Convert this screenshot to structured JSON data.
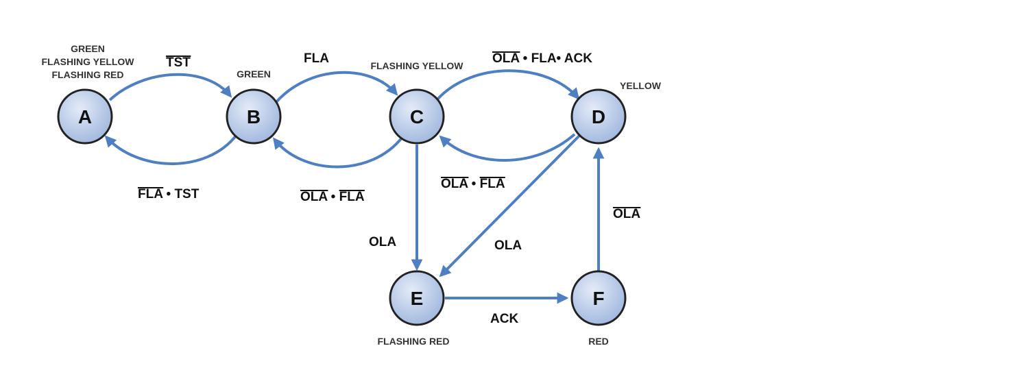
{
  "colors": {
    "arrow": "#4f7fc3",
    "node_fill_light": "#e3ebf8",
    "node_fill_dark": "#9fb6dd"
  },
  "states": {
    "A": {
      "letter": "A",
      "desc": [
        "GREEN",
        "FLASHING YELLOW",
        "FLASHING RED"
      ]
    },
    "B": {
      "letter": "B",
      "desc": [
        "GREEN"
      ]
    },
    "C": {
      "letter": "C",
      "desc": [
        "FLASHING YELLOW"
      ]
    },
    "D": {
      "letter": "D",
      "desc": [
        "YELLOW"
      ]
    },
    "E": {
      "letter": "E",
      "desc": [
        "FLASHING RED"
      ]
    },
    "F": {
      "letter": "F",
      "desc": [
        "RED"
      ]
    }
  },
  "transitions": {
    "a_to_b": {
      "from": "A",
      "to": "B",
      "label": [
        "TST"
      ],
      "negated": [
        true
      ]
    },
    "b_to_a": {
      "from": "B",
      "to": "A",
      "label": [
        "FLA",
        " • ",
        "TST"
      ],
      "negated": [
        true,
        false,
        false
      ]
    },
    "b_to_c": {
      "from": "B",
      "to": "C",
      "label": [
        "FLA"
      ],
      "negated": [
        false
      ]
    },
    "c_to_b": {
      "from": "C",
      "to": "B",
      "label": [
        "OLA",
        " • ",
        "FLA"
      ],
      "negated": [
        true,
        false,
        true
      ]
    },
    "c_to_d": {
      "from": "C",
      "to": "D",
      "label": [
        "OLA",
        " • FLA• ACK"
      ],
      "negated": [
        true,
        false
      ]
    },
    "d_to_c": {
      "from": "D",
      "to": "C",
      "label": [
        "OLA",
        " • ",
        "FLA"
      ],
      "negated": [
        true,
        false,
        true
      ]
    },
    "c_to_e": {
      "from": "C",
      "to": "E",
      "label": [
        "OLA"
      ],
      "negated": [
        false
      ]
    },
    "d_to_e": {
      "from": "D",
      "to": "E",
      "label": [
        "OLA"
      ],
      "negated": [
        false
      ]
    },
    "e_to_f": {
      "from": "E",
      "to": "F",
      "label": [
        "ACK"
      ],
      "negated": [
        false
      ]
    },
    "f_to_d": {
      "from": "F",
      "to": "D",
      "label": [
        "OLA"
      ],
      "negated": [
        true
      ]
    }
  }
}
